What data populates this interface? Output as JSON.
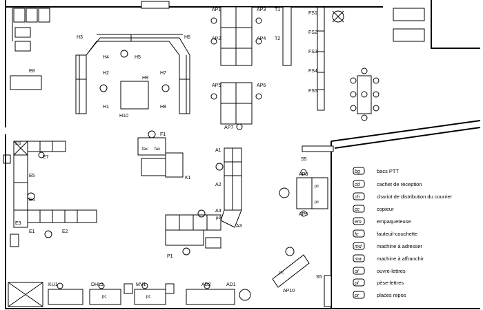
{
  "plan": {
    "labels": [
      "AP1",
      "AP3",
      "T1",
      "FS1",
      "AP2",
      "AP4",
      "T2",
      "FS2",
      "FS3",
      "FS4",
      "FS5",
      "AP5",
      "AP6",
      "AP7",
      "H3",
      "H6",
      "H4",
      "H5",
      "H2",
      "H7",
      "H9",
      "H1",
      "H8",
      "H10",
      "E8",
      "E6",
      "E7",
      "E5",
      "E4",
      "E3",
      "E1",
      "E2",
      "F1",
      "K1",
      "A1",
      "A2",
      "A4",
      "A3",
      "P1",
      "S5",
      "AP8",
      "AP9",
      "AP10",
      "S5",
      "KU1",
      "DHL1",
      "MV1",
      "AD2",
      "AD1"
    ],
    "desk_texts": [
      "fax",
      "fax",
      "pc",
      "pc",
      "pc",
      "pc",
      "pc",
      "pc"
    ],
    "legend": [
      {
        "code": "bg",
        "label": "bacs PTT"
      },
      {
        "code": "cd",
        "label": "cachet de réception"
      },
      {
        "code": "ch",
        "label": "chariot de distribution du courrier"
      },
      {
        "code": "cc",
        "label": "copieur"
      },
      {
        "code": "em",
        "label": "empaqueteuse"
      },
      {
        "code": "fc",
        "label": "fauteuil-couchette"
      },
      {
        "code": "md",
        "label": "machine à adresser"
      },
      {
        "code": "ma",
        "label": "machine à affranchir"
      },
      {
        "code": "ol",
        "label": "ouvre-lettres"
      },
      {
        "code": "pl",
        "label": "pèse-lettres"
      },
      {
        "code": "pr",
        "label": "places repos"
      }
    ]
  }
}
